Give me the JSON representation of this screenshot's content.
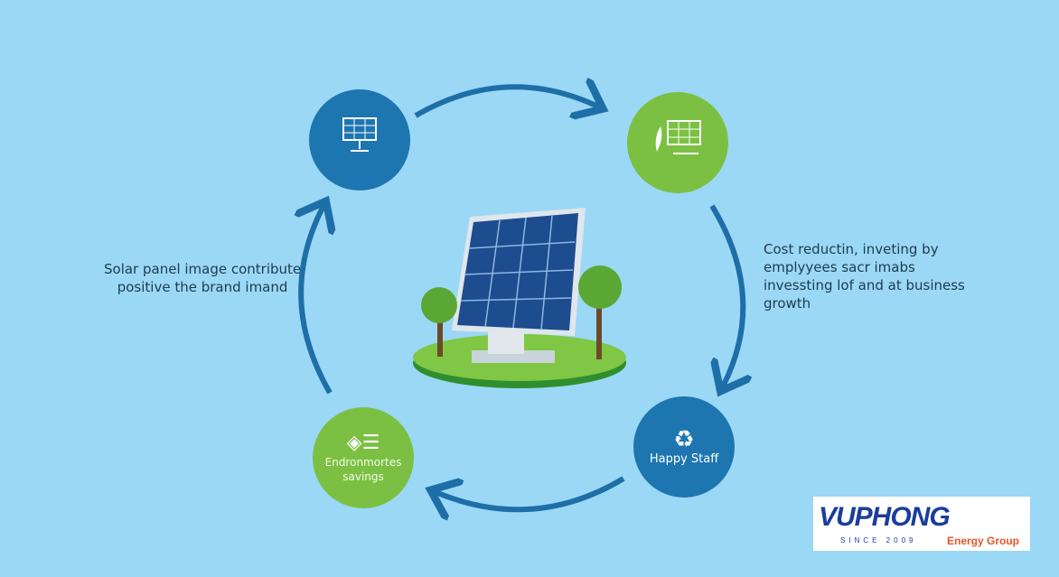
{
  "nodes": {
    "top_left": {
      "icon": "solar-panel-icon"
    },
    "top_right": {
      "icon": "solar-panel-plant-icon"
    },
    "bottom_right": {
      "label": "Happy Staff",
      "icon": "recycle-icon"
    },
    "bottom_left": {
      "label_line1": "Endronmortes",
      "label_line2": "savings",
      "icon": "coins-icon"
    }
  },
  "left_text": {
    "line1": "Solar panel image contribute",
    "line2": "positive the brand imand"
  },
  "right_text": {
    "line1": "Cost reductin, inveting by",
    "line2": "emplyyees sacr imabs",
    "line3": "invessting lof and at business",
    "line4": "growth"
  },
  "logo": {
    "brand": "VUPHONG",
    "since": "SINCE 2009",
    "tagline": "Energy Group"
  },
  "colors": {
    "background": "#9bd8f5",
    "blue": "#1e76b0",
    "green": "#7bc043",
    "logo_blue": "#1a3d9c",
    "logo_orange": "#e8552a"
  }
}
